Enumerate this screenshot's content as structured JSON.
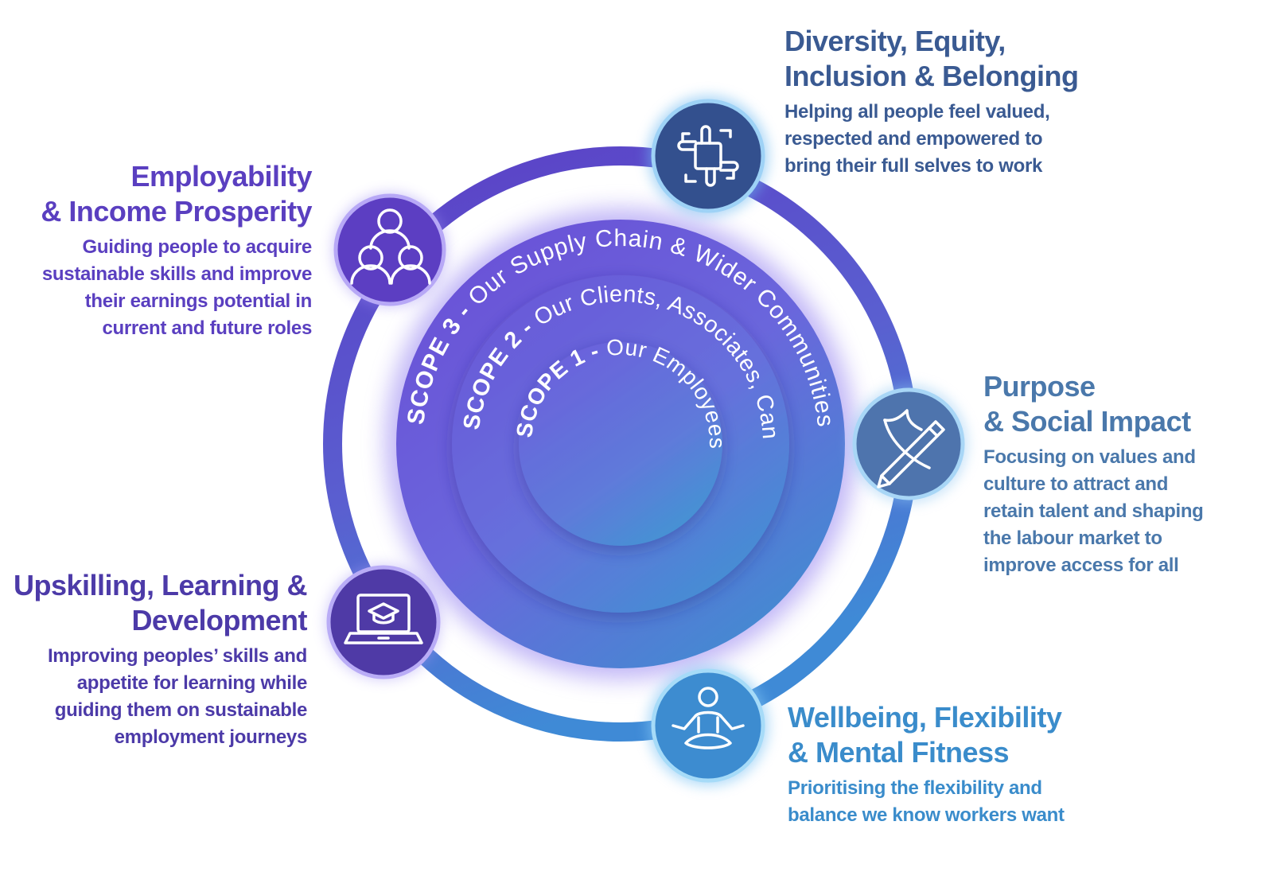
{
  "scopes": [
    {
      "id": "scope3",
      "label": "SCOPE 3",
      "separator": " - ",
      "description": "Our Supply Chain & Wider Communities"
    },
    {
      "id": "scope2",
      "label": "SCOPE 2",
      "separator": " - ",
      "description": "Our Clients, Associates, Candidates"
    },
    {
      "id": "scope1",
      "label": "SCOPE 1",
      "separator": " - ",
      "description": "Our Employees"
    }
  ],
  "pillars": [
    {
      "id": "dei",
      "icon": "hands-circle-icon",
      "color": "#3a5a92",
      "title_lines": [
        "Diversity, Equity,",
        "Inclusion & Belonging"
      ],
      "desc_lines": [
        "Helping all people feel valued,",
        "respected and empowered to",
        "bring their full selves to work"
      ]
    },
    {
      "id": "employability",
      "icon": "people-group-icon",
      "color": "#5a3fc0",
      "title_lines": [
        "Employability",
        "& Income Prosperity"
      ],
      "desc_lines": [
        "Guiding people to acquire",
        "sustainable skills and improve",
        "their earnings potential in",
        "current and future roles"
      ]
    },
    {
      "id": "purpose",
      "icon": "pencil-heart-icon",
      "color": "#4a78ab",
      "title_lines": [
        "Purpose",
        "& Social Impact"
      ],
      "desc_lines": [
        "Focusing on values and",
        "culture to attract and",
        "retain talent and shaping",
        "the labour market to",
        "improve access for all"
      ]
    },
    {
      "id": "upskilling",
      "icon": "laptop-graduation-cap-icon",
      "color": "#4c3aa8",
      "title_lines": [
        "Upskilling, Learning &",
        "Development"
      ],
      "desc_lines": [
        "Improving peoples’ skills and",
        "appetite for learning while",
        "guiding them on sustainable",
        "employment journeys"
      ]
    },
    {
      "id": "wellbeing",
      "icon": "meditation-person-icon",
      "color": "#3a8ccb",
      "title_lines": [
        "Wellbeing, Flexibility",
        "& Mental Fitness"
      ],
      "desc_lines": [
        "Prioritising the flexibility and",
        "balance we know workers want"
      ]
    }
  ]
}
